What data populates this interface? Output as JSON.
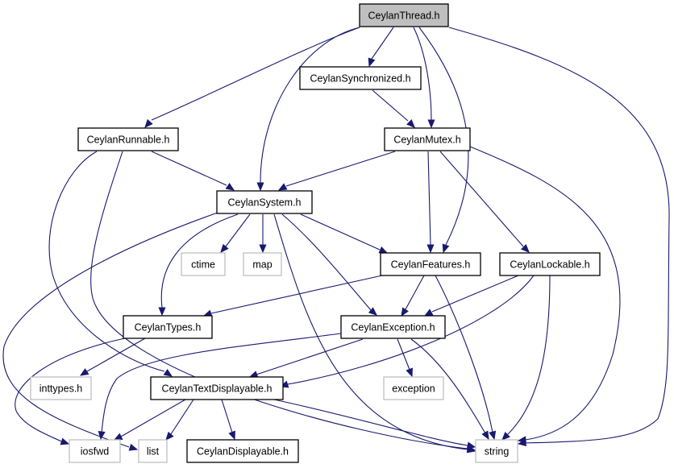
{
  "diagram": {
    "colors": {
      "edge": "#191970",
      "node_border": "#000000",
      "system_border": "#bfbfbf",
      "root_fill": "#bfbfbf"
    },
    "nodes": [
      {
        "id": "n0",
        "label": "CeylanThread.h",
        "kind": "root"
      },
      {
        "id": "n1",
        "label": "CeylanSynchronized.h",
        "kind": "project"
      },
      {
        "id": "n2",
        "label": "CeylanRunnable.h",
        "kind": "project"
      },
      {
        "id": "n3",
        "label": "CeylanMutex.h",
        "kind": "project"
      },
      {
        "id": "n4",
        "label": "CeylanSystem.h",
        "kind": "project"
      },
      {
        "id": "n5",
        "label": "ctime",
        "kind": "system"
      },
      {
        "id": "n6",
        "label": "map",
        "kind": "system"
      },
      {
        "id": "n7",
        "label": "CeylanFeatures.h",
        "kind": "project"
      },
      {
        "id": "n8",
        "label": "CeylanLockable.h",
        "kind": "project"
      },
      {
        "id": "n9",
        "label": "CeylanTypes.h",
        "kind": "project"
      },
      {
        "id": "n10",
        "label": "CeylanException.h",
        "kind": "project"
      },
      {
        "id": "n11",
        "label": "inttypes.h",
        "kind": "system"
      },
      {
        "id": "n12",
        "label": "CeylanTextDisplayable.h",
        "kind": "project"
      },
      {
        "id": "n13",
        "label": "exception",
        "kind": "system"
      },
      {
        "id": "n14",
        "label": "iosfwd",
        "kind": "system"
      },
      {
        "id": "n15",
        "label": "list",
        "kind": "system"
      },
      {
        "id": "n16",
        "label": "CeylanDisplayable.h",
        "kind": "project"
      },
      {
        "id": "n17",
        "label": "string",
        "kind": "system"
      }
    ],
    "edges": [
      {
        "from": "n0",
        "to": "n1"
      },
      {
        "from": "n0",
        "to": "n2"
      },
      {
        "from": "n0",
        "to": "n3"
      },
      {
        "from": "n0",
        "to": "n4"
      },
      {
        "from": "n0",
        "to": "n7"
      },
      {
        "from": "n0",
        "to": "n17"
      },
      {
        "from": "n1",
        "to": "n3"
      },
      {
        "from": "n2",
        "to": "n4"
      },
      {
        "from": "n2",
        "to": "n12"
      },
      {
        "from": "n2",
        "to": "n17"
      },
      {
        "from": "n3",
        "to": "n4"
      },
      {
        "from": "n3",
        "to": "n7"
      },
      {
        "from": "n3",
        "to": "n8"
      },
      {
        "from": "n3",
        "to": "n17"
      },
      {
        "from": "n4",
        "to": "n5"
      },
      {
        "from": "n4",
        "to": "n6"
      },
      {
        "from": "n4",
        "to": "n7"
      },
      {
        "from": "n4",
        "to": "n9"
      },
      {
        "from": "n4",
        "to": "n10"
      },
      {
        "from": "n4",
        "to": "n15"
      },
      {
        "from": "n4",
        "to": "n17"
      },
      {
        "from": "n7",
        "to": "n9"
      },
      {
        "from": "n7",
        "to": "n10"
      },
      {
        "from": "n7",
        "to": "n17"
      },
      {
        "from": "n8",
        "to": "n10"
      },
      {
        "from": "n8",
        "to": "n12"
      },
      {
        "from": "n8",
        "to": "n17"
      },
      {
        "from": "n9",
        "to": "n11"
      },
      {
        "from": "n9",
        "to": "n14"
      },
      {
        "from": "n10",
        "to": "n12"
      },
      {
        "from": "n10",
        "to": "n13"
      },
      {
        "from": "n10",
        "to": "n14"
      },
      {
        "from": "n10",
        "to": "n17"
      },
      {
        "from": "n12",
        "to": "n14"
      },
      {
        "from": "n12",
        "to": "n15"
      },
      {
        "from": "n12",
        "to": "n16"
      },
      {
        "from": "n12",
        "to": "n17"
      }
    ]
  }
}
